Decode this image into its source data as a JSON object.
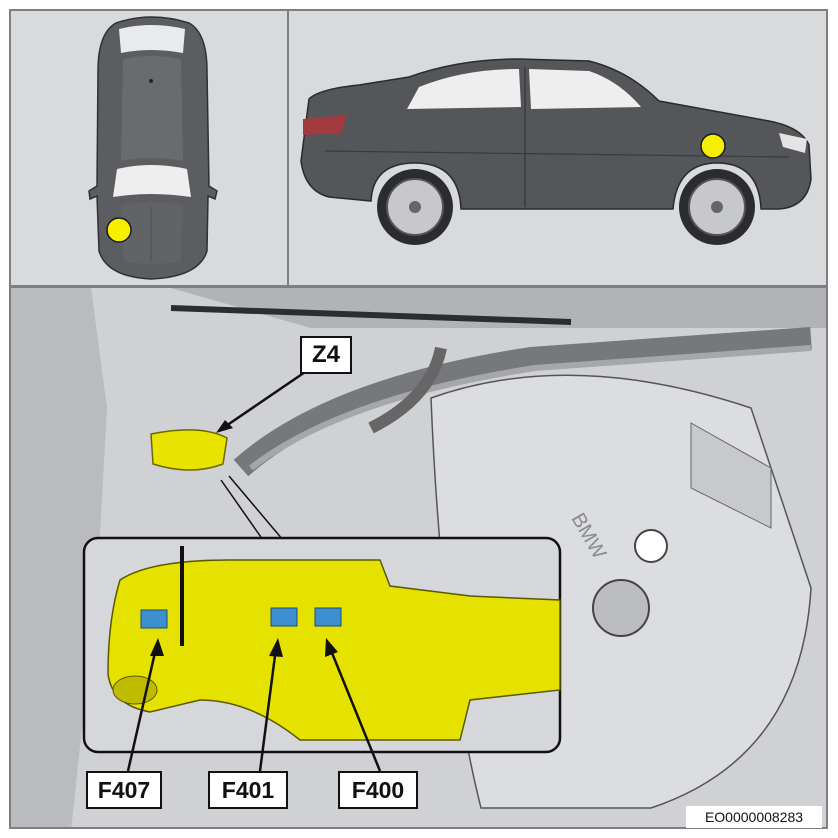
{
  "labels": {
    "z4": "Z4",
    "f407": "F407",
    "f401": "F401",
    "f400": "F400"
  },
  "document_code": "EO0000008283",
  "colors": {
    "marker": "#f6ef00",
    "fuse_holder": "#e8e400",
    "fuse": "#3d8fd0",
    "panel_bg": "#d9dadc",
    "car_body": "#5a5b5e"
  },
  "markers": {
    "top_view": "location-dot",
    "side_view": "location-dot"
  }
}
